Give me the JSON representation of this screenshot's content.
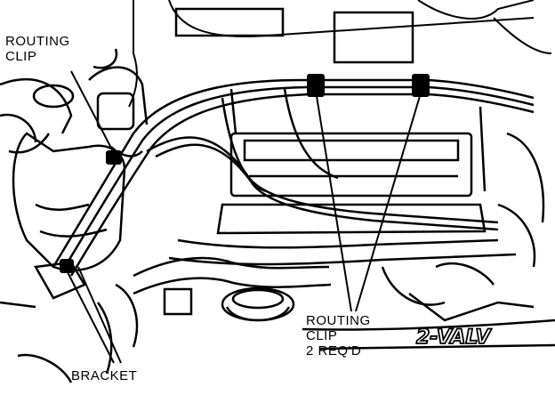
{
  "labels": {
    "routing_clip_left": [
      "ROUTING",
      "CLIP"
    ],
    "routing_clip_right": [
      "ROUTING",
      "CLIP",
      "2 REQ'D"
    ],
    "bracket": "BRACKET"
  },
  "engine_marking": "2-VALV",
  "colors": {
    "ink": "#000000",
    "paper": "#ffffff"
  }
}
